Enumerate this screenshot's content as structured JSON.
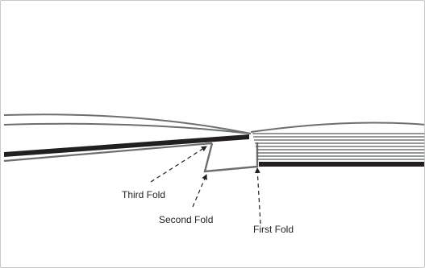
{
  "labels": {
    "third_fold": "Third Fold",
    "second_fold": "Second Fold",
    "first_fold": "First Fold"
  },
  "colors": {
    "sheet_gray": "#6d6e71",
    "sheet_black": "#231f20",
    "stack_line": "#58595b",
    "arrow": "#231f20",
    "frame_border": "#c8c8c8"
  }
}
